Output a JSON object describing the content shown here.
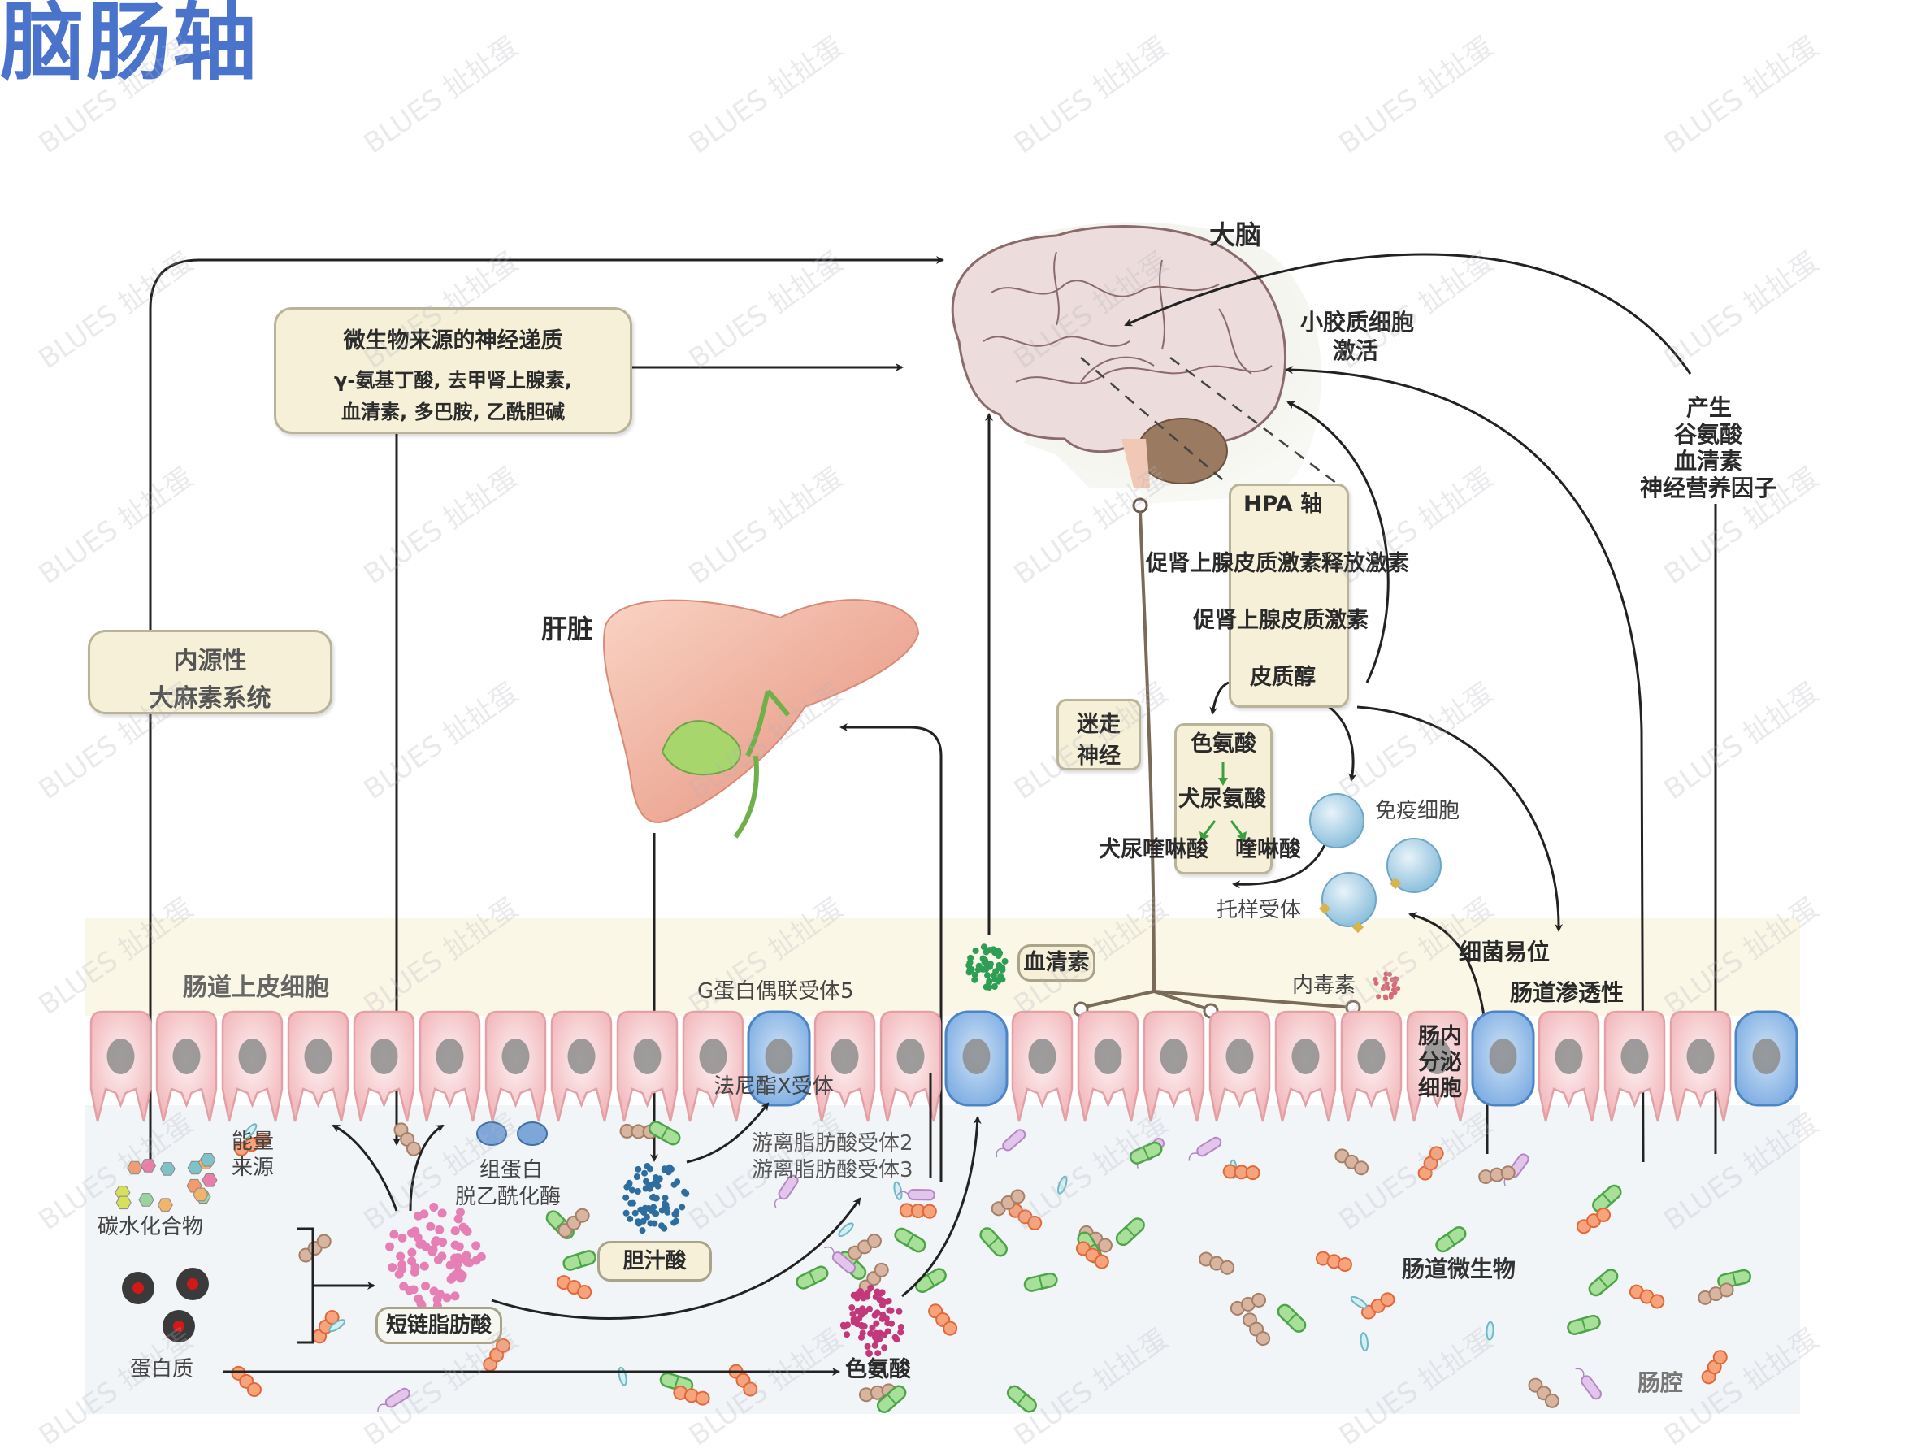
{
  "title": "脑肠轴",
  "watermark": "BLUES 扯扯蛋",
  "colors": {
    "title": "#4a74cc",
    "box_fill": "#f6f0d8",
    "epithelial_cell": "#f6c9cc",
    "enteroendocrine_cell": "#8fb8e6",
    "lumen_bg": "#f2f5f7",
    "mucosa_bg": "#fbf7e6",
    "hpa_arrow": "#c0282a",
    "kynurenine_arrow": "#3aa040"
  },
  "brain": {
    "label": "大脑",
    "microglia_label": [
      "小胶质细胞",
      "激活"
    ],
    "produce_label": [
      "产生",
      "谷氨酸",
      "血清素",
      "神经营养因子"
    ]
  },
  "neurotransmitter_box": {
    "title": "微生物来源的神经递质",
    "items_line1": "γ-氨基丁酸, 去甲肾上腺素,",
    "items_line2": "血清素, 多巴胺, 乙酰胆碱"
  },
  "endocannabinoid_box": {
    "line1": "内源性",
    "line2": "大麻素系统"
  },
  "liver": {
    "label": "肝脏"
  },
  "hpa_axis": {
    "title": "HPA 轴",
    "steps": [
      "促肾上腺皮质激素释放激素",
      "促肾上腺皮质激素",
      "皮质醇"
    ]
  },
  "vagus_box": {
    "line1": "迷走",
    "line2": "神经"
  },
  "kynurenine_box": {
    "top": "色氨酸",
    "middle": "犬尿氨酸",
    "left": "犬尿喹啉酸",
    "right": "喹啉酸"
  },
  "immune": {
    "cells_label": "免疫细胞",
    "tlr_label": "托样受体",
    "translocation_label": "细菌易位",
    "permeability_label": "肠道渗透性",
    "endotoxin_label": "内毒素"
  },
  "gut": {
    "epithelium_label": "肠道上皮细胞",
    "gpcr5_label": "G蛋白偶联受体5",
    "fxr_label": "法尼酯X受体",
    "enteroendocrine_label": [
      "肠内",
      "分泌",
      "细胞"
    ],
    "serotonin_label": "血清素",
    "ffar_labels": [
      "游离脂肪酸受体2",
      "游离脂肪酸受体3"
    ],
    "energy_label": [
      "能量",
      "来源"
    ],
    "hdac_label": [
      "组蛋白",
      "脱乙酰化酶"
    ],
    "carbohydrate_label": "碳水化合物",
    "protein_label": "蛋白质",
    "scfa_label": "短链脂肪酸",
    "bile_acid_label": "胆汁酸",
    "tryptophan_label": "色氨酸",
    "microbiota_label": "肠道微生物",
    "lumen_label": "肠腔"
  }
}
